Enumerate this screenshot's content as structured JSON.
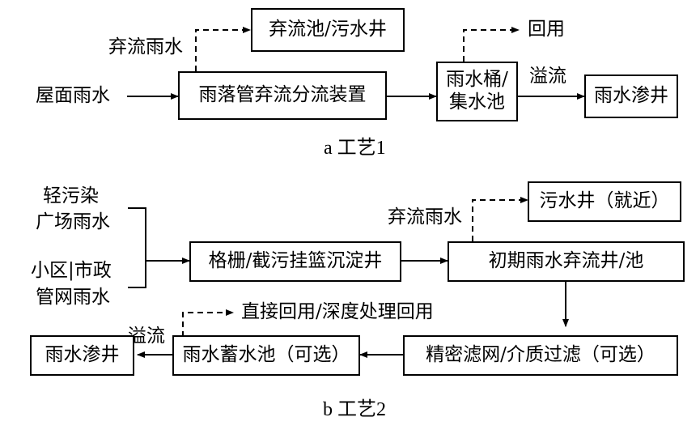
{
  "process1": {
    "caption": "a 工艺1",
    "roof_rain": "屋面雨水",
    "downpipe_device": "雨落管弃流分流装置",
    "first_flush_label": "弃流雨水",
    "flush_pool": "弃流池/污水井",
    "rain_barrel_line1": "雨水桶/",
    "rain_barrel_line2": "集水池",
    "reuse": "回用",
    "overflow_label": "溢流",
    "seepage_well": "雨水渗井"
  },
  "process2": {
    "caption": "b 工艺2",
    "source1_line1": "轻污染",
    "source1_line2": "广场雨水",
    "source2_line1": "小区|市政",
    "source2_line2": "管网雨水",
    "grille_well": "格栅/截污挂篮沉淀井",
    "initial_flush_well": "初期雨水弃流井/池",
    "first_flush_label": "弃流雨水",
    "sewage_well": "污水井（就近）",
    "filtration": "精密滤网/介质过滤（可选）",
    "storage_tank": "雨水蓄水池（可选）",
    "reuse_label": "直接回用/深度处理回用",
    "overflow_label": "溢流",
    "seepage_well": "雨水渗井"
  }
}
